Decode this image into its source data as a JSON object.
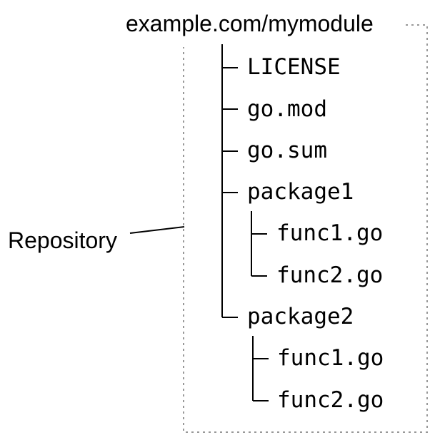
{
  "module_path": "example.com/mymodule",
  "repository_label": "Repository",
  "tree": {
    "license": "LICENSE",
    "go_mod": "go.mod",
    "go_sum": "go.sum",
    "package1": {
      "name": "package1",
      "files": [
        "func1.go",
        "func2.go"
      ]
    },
    "package2": {
      "name": "package2",
      "files": [
        "func1.go",
        "func2.go"
      ]
    }
  },
  "colors": {
    "text": "#000000",
    "dotted_border": "#999999",
    "tree_lines": "#000000"
  }
}
